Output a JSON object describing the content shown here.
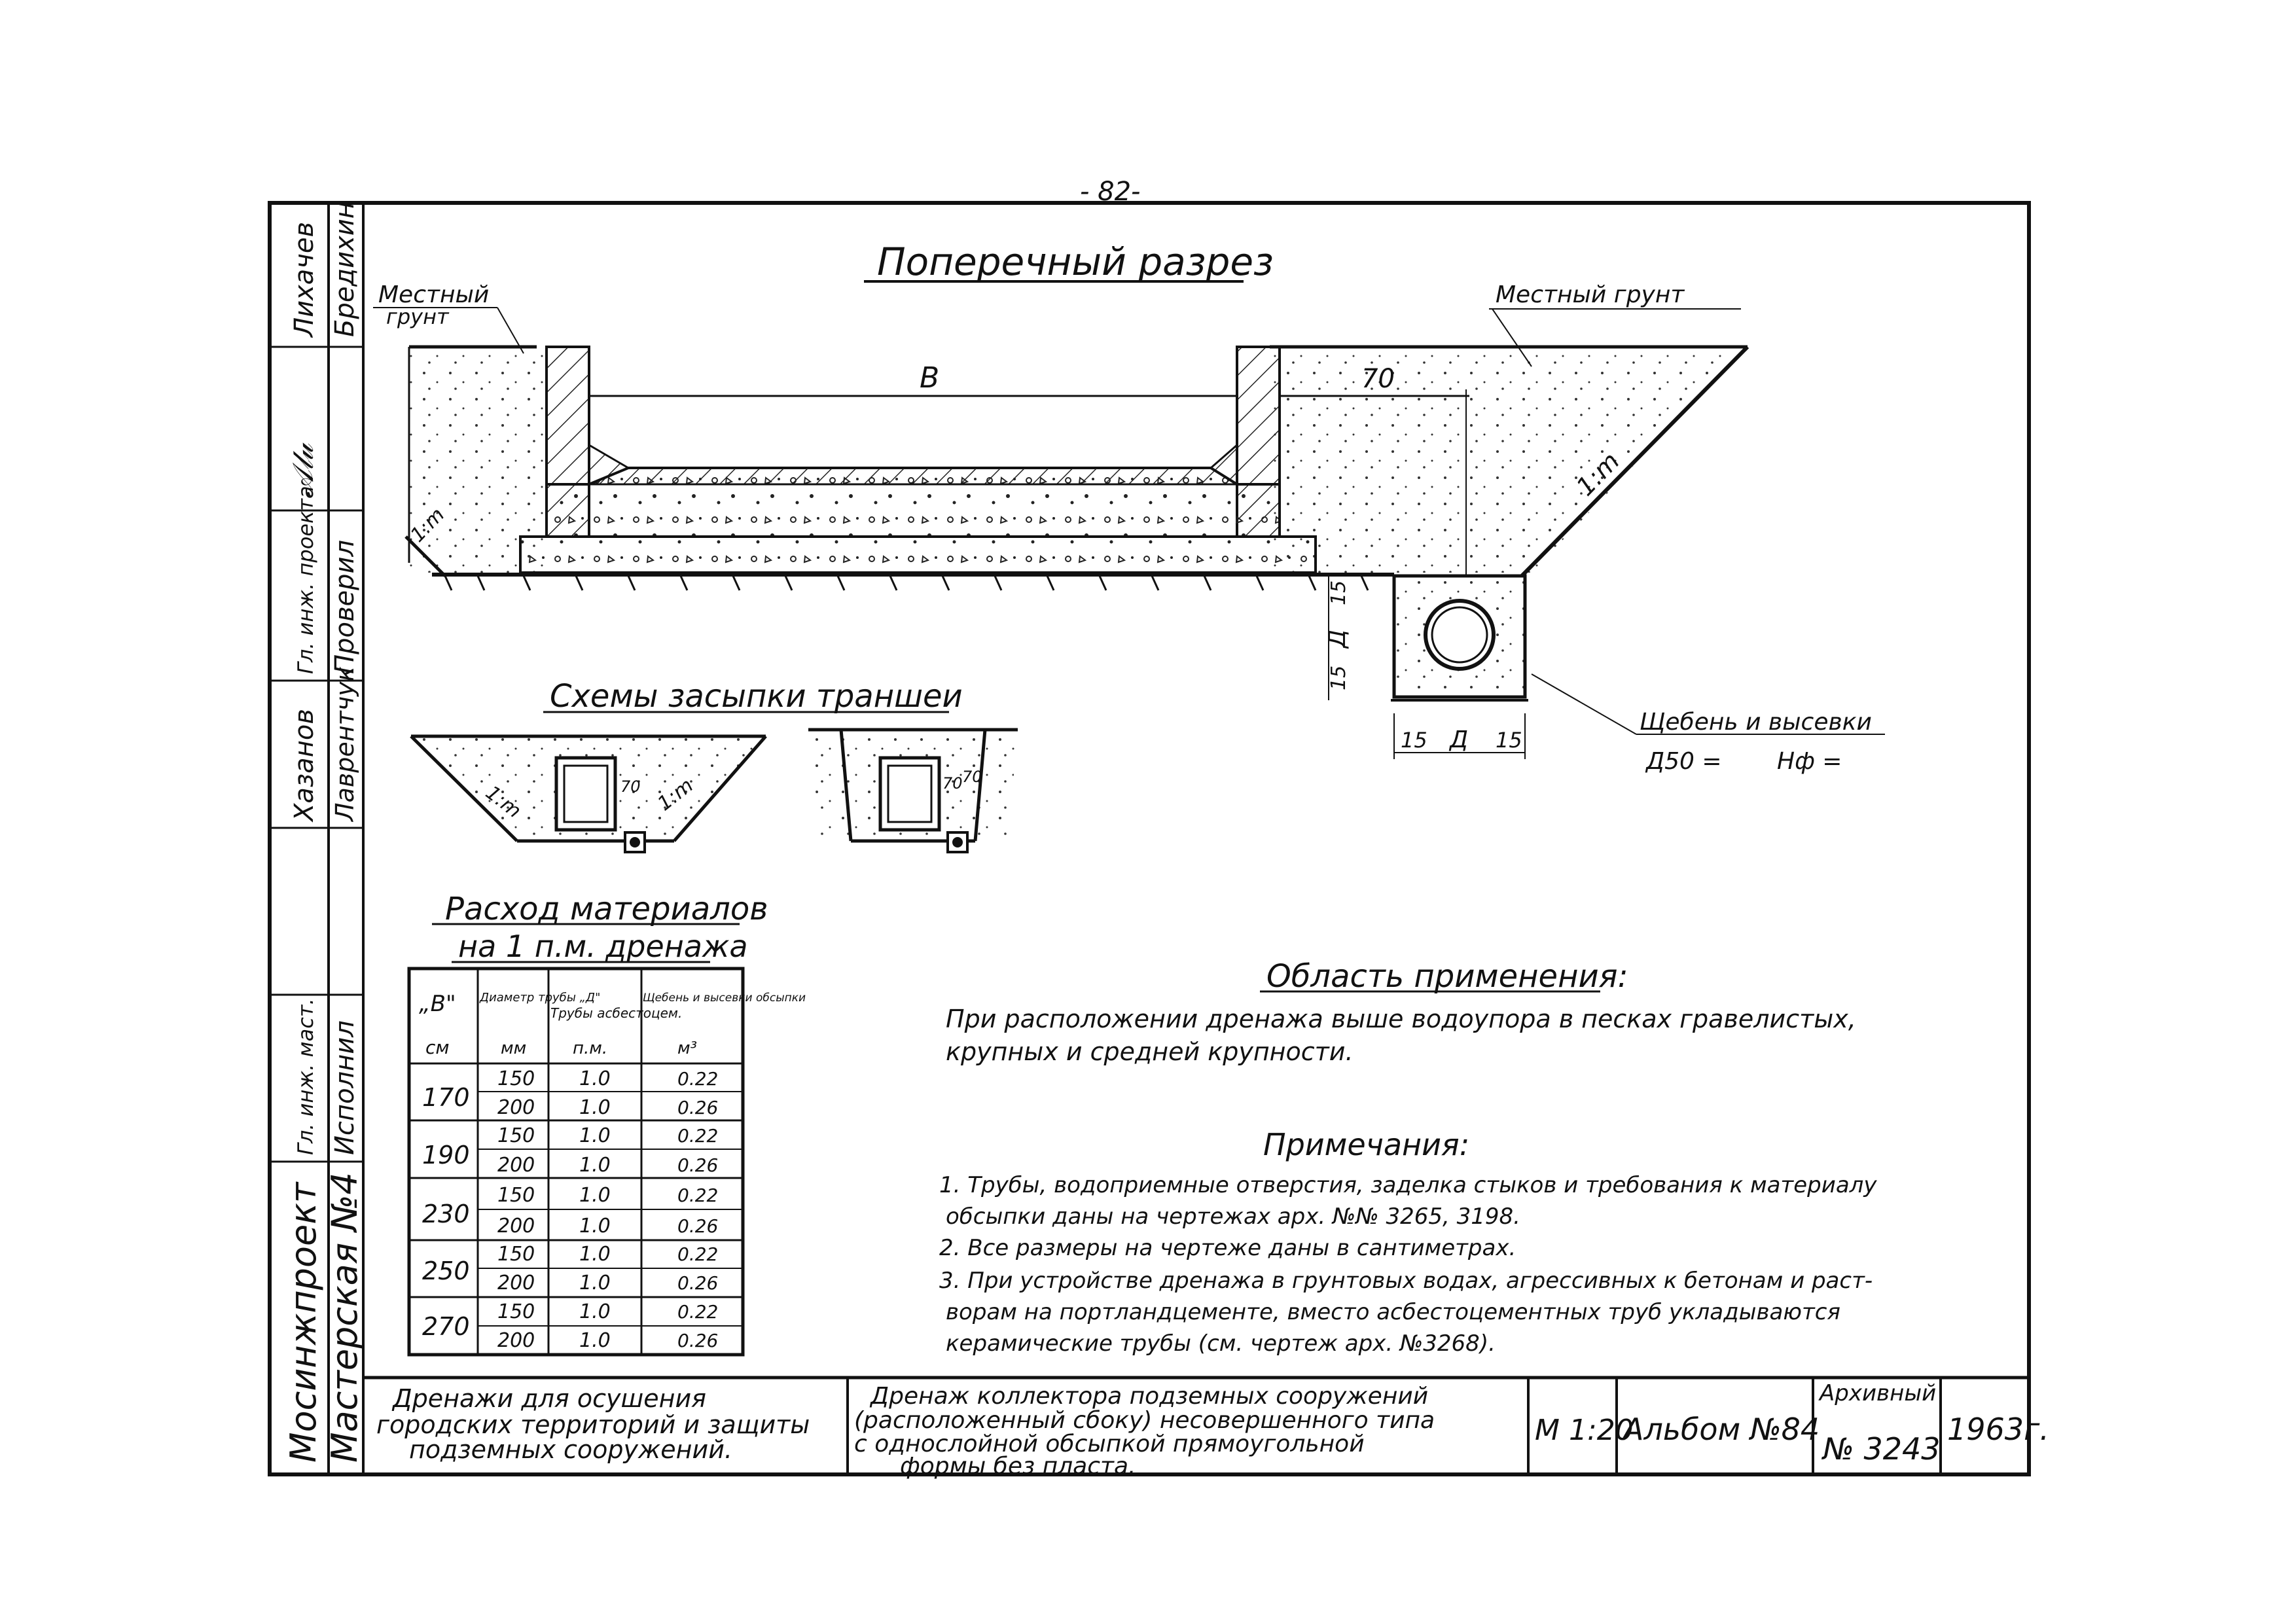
{
  "page_number": "- 82-",
  "main_title": "Поперечный разрез",
  "labels": {
    "local_soil_left_1": "Местный",
    "local_soil_left_2": "грунт",
    "local_soil_right": "Местный грунт",
    "width_b": "В",
    "dim_70": "70",
    "slope": "1:m",
    "slope_2": "1:m",
    "dim_15_a": "15",
    "dim_d_v": "Д",
    "dim_15_b": "15",
    "dim_15_c": "15",
    "dim_d_h": "Д",
    "dim_15_d": "15",
    "gravel": "Щебень и высевки",
    "d50": "Д50 =",
    "hf": "Hф ="
  },
  "schemes": {
    "title": "Схемы засыпки траншеи",
    "s1_slope_l": "1:m",
    "s1_slope_r": "1:m",
    "s1_dim": "70",
    "s2_dim": "70",
    "s2_dim_b": "70"
  },
  "materials": {
    "title_1": "Расход материалов",
    "title_2": "на 1 п.м. дренажа",
    "headers": [
      "„В\"",
      "Диаметр трубы „Д\"",
      "Трубы асбестоцем.",
      "Щебень и высевки обсыпки"
    ],
    "units": [
      "см",
      "мм",
      "п.м.",
      "м³"
    ],
    "groups": [
      {
        "b": "170",
        "rows": [
          [
            "150",
            "1.0",
            "0.22"
          ],
          [
            "200",
            "1.0",
            "0.26"
          ]
        ]
      },
      {
        "b": "190",
        "rows": [
          [
            "150",
            "1.0",
            "0.22"
          ],
          [
            "200",
            "1.0",
            "0.26"
          ]
        ]
      },
      {
        "b": "230",
        "rows": [
          [
            "150",
            "1.0",
            "0.22"
          ],
          [
            "200",
            "1.0",
            "0.26"
          ]
        ]
      },
      {
        "b": "250",
        "rows": [
          [
            "150",
            "1.0",
            "0.22"
          ],
          [
            "200",
            "1.0",
            "0.26"
          ]
        ]
      },
      {
        "b": "270",
        "rows": [
          [
            "150",
            "1.0",
            "0.22"
          ],
          [
            "200",
            "1.0",
            "0.26"
          ]
        ]
      }
    ]
  },
  "application": {
    "title": "Область применения:",
    "line1": "При расположении дренажа выше водоупора в песках гравелистых,",
    "line2": "крупных и средней крупности."
  },
  "notes": {
    "title": "Примечания:",
    "n1_l1": "1. Трубы, водоприемные отверстия, заделка стыков и требования к материалу",
    "n1_l2": "обсыпки даны на чертежах арх. №№ 3265, 3198.",
    "n2": "2. Все размеры на чертеже даны в сантиметрах.",
    "n3_l1": "3. При устройстве дренажа в грунтовых водах, агрессивных к бетонам и раст-",
    "n3_l2": "ворам на портландцементе, вместо асбестоцементных труб укладываются",
    "n3_l3": "керамические трубы (см. чертеж арх. №3268)."
  },
  "stamp": {
    "org": "Мосинжпроект",
    "workshop": "Мастерская №4",
    "col_a": [
      "Лихачев",
      "Гл. инж. проекта",
      "Хазанов",
      "Гл. инж. маст."
    ],
    "col_b": [
      "Бредихин",
      "Проверил",
      "Лаврентчук",
      "Исполнил"
    ],
    "album_title_1": "Дренажи для осушения",
    "album_title_2": "городских территорий и защиты",
    "album_title_3": "подземных сооружений.",
    "sheet_title_1": "Дренаж коллектора подземных сооружений",
    "sheet_title_2": "(расположенный сбоку) несовершенного типа",
    "sheet_title_3": "с однослойной обсыпкой прямоугольной",
    "sheet_title_4": "формы без пласта.",
    "scale": "М 1:20",
    "album": "Альбом №84",
    "archive_label": "Архивный",
    "archive_no": "№ 3243",
    "year": "1963г."
  }
}
